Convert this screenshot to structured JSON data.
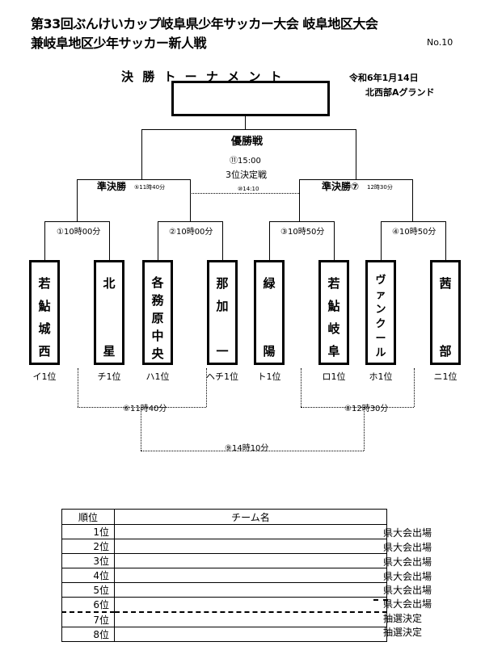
{
  "header": {
    "title_line1": "第33回ぶんけいカップ岐阜県少年サッカー大会 岐阜地区大会",
    "title_line2": "兼岐阜地区少年サッカー新人戦",
    "doc_no": "No.10"
  },
  "bracket": {
    "title": "決 勝 ト ー ナ メ ン ト",
    "date": "令和6年1月14日",
    "venue": "北西部Aグランド",
    "final_label": "優勝戦",
    "final_match": "⑪15:00",
    "third_place": "3位決定戦",
    "third_match": "⑩14:10",
    "sf_left_label": "準決勝",
    "sf_left_match": "⑤11時40分",
    "sf_right_label": "準決勝⑦",
    "sf_right_match": "12時30分",
    "qf_matches": [
      "①10時00分",
      "②10時00分",
      "③10時50分",
      "④10時50分"
    ],
    "consolation_matches": [
      "⑥11時40分",
      "⑧12時30分",
      "⑨14時10分"
    ],
    "teams": [
      {
        "name": [
          "若",
          "鮎",
          "城",
          "西"
        ],
        "seed": "イ1位"
      },
      {
        "name": [
          "北",
          "",
          "",
          "星"
        ],
        "seed": "チ1位"
      },
      {
        "name": [
          "各",
          "務",
          "原",
          "中",
          "央"
        ],
        "seed": "ハ1位"
      },
      {
        "name": [
          "那",
          "加",
          "",
          "一"
        ],
        "seed": "ヘチ1位"
      },
      {
        "name": [
          "緑",
          "",
          "",
          "陽"
        ],
        "seed": "ト1位"
      },
      {
        "name": [
          "若",
          "鮎",
          "岐",
          "阜"
        ],
        "seed": "ロ1位"
      },
      {
        "name": [
          "ヴ",
          "ァ",
          "ン",
          "ク",
          "ー",
          "ル"
        ],
        "seed": "ホ1位"
      },
      {
        "name": [
          "茜",
          "",
          "",
          "部"
        ],
        "seed": "ニ1位"
      }
    ]
  },
  "ranking": {
    "headers": [
      "順位",
      "チーム名"
    ],
    "rows": [
      {
        "rank": "1位",
        "note": "県大会出場"
      },
      {
        "rank": "2位",
        "note": "県大会出場"
      },
      {
        "rank": "3位",
        "note": "県大会出場"
      },
      {
        "rank": "4位",
        "note": "県大会出場"
      },
      {
        "rank": "5位",
        "note": "県大会出場"
      },
      {
        "rank": "6位",
        "note": "県大会出場"
      },
      {
        "rank": "7位",
        "note": "抽選決定"
      },
      {
        "rank": "8位",
        "note": "抽選決定"
      }
    ]
  }
}
